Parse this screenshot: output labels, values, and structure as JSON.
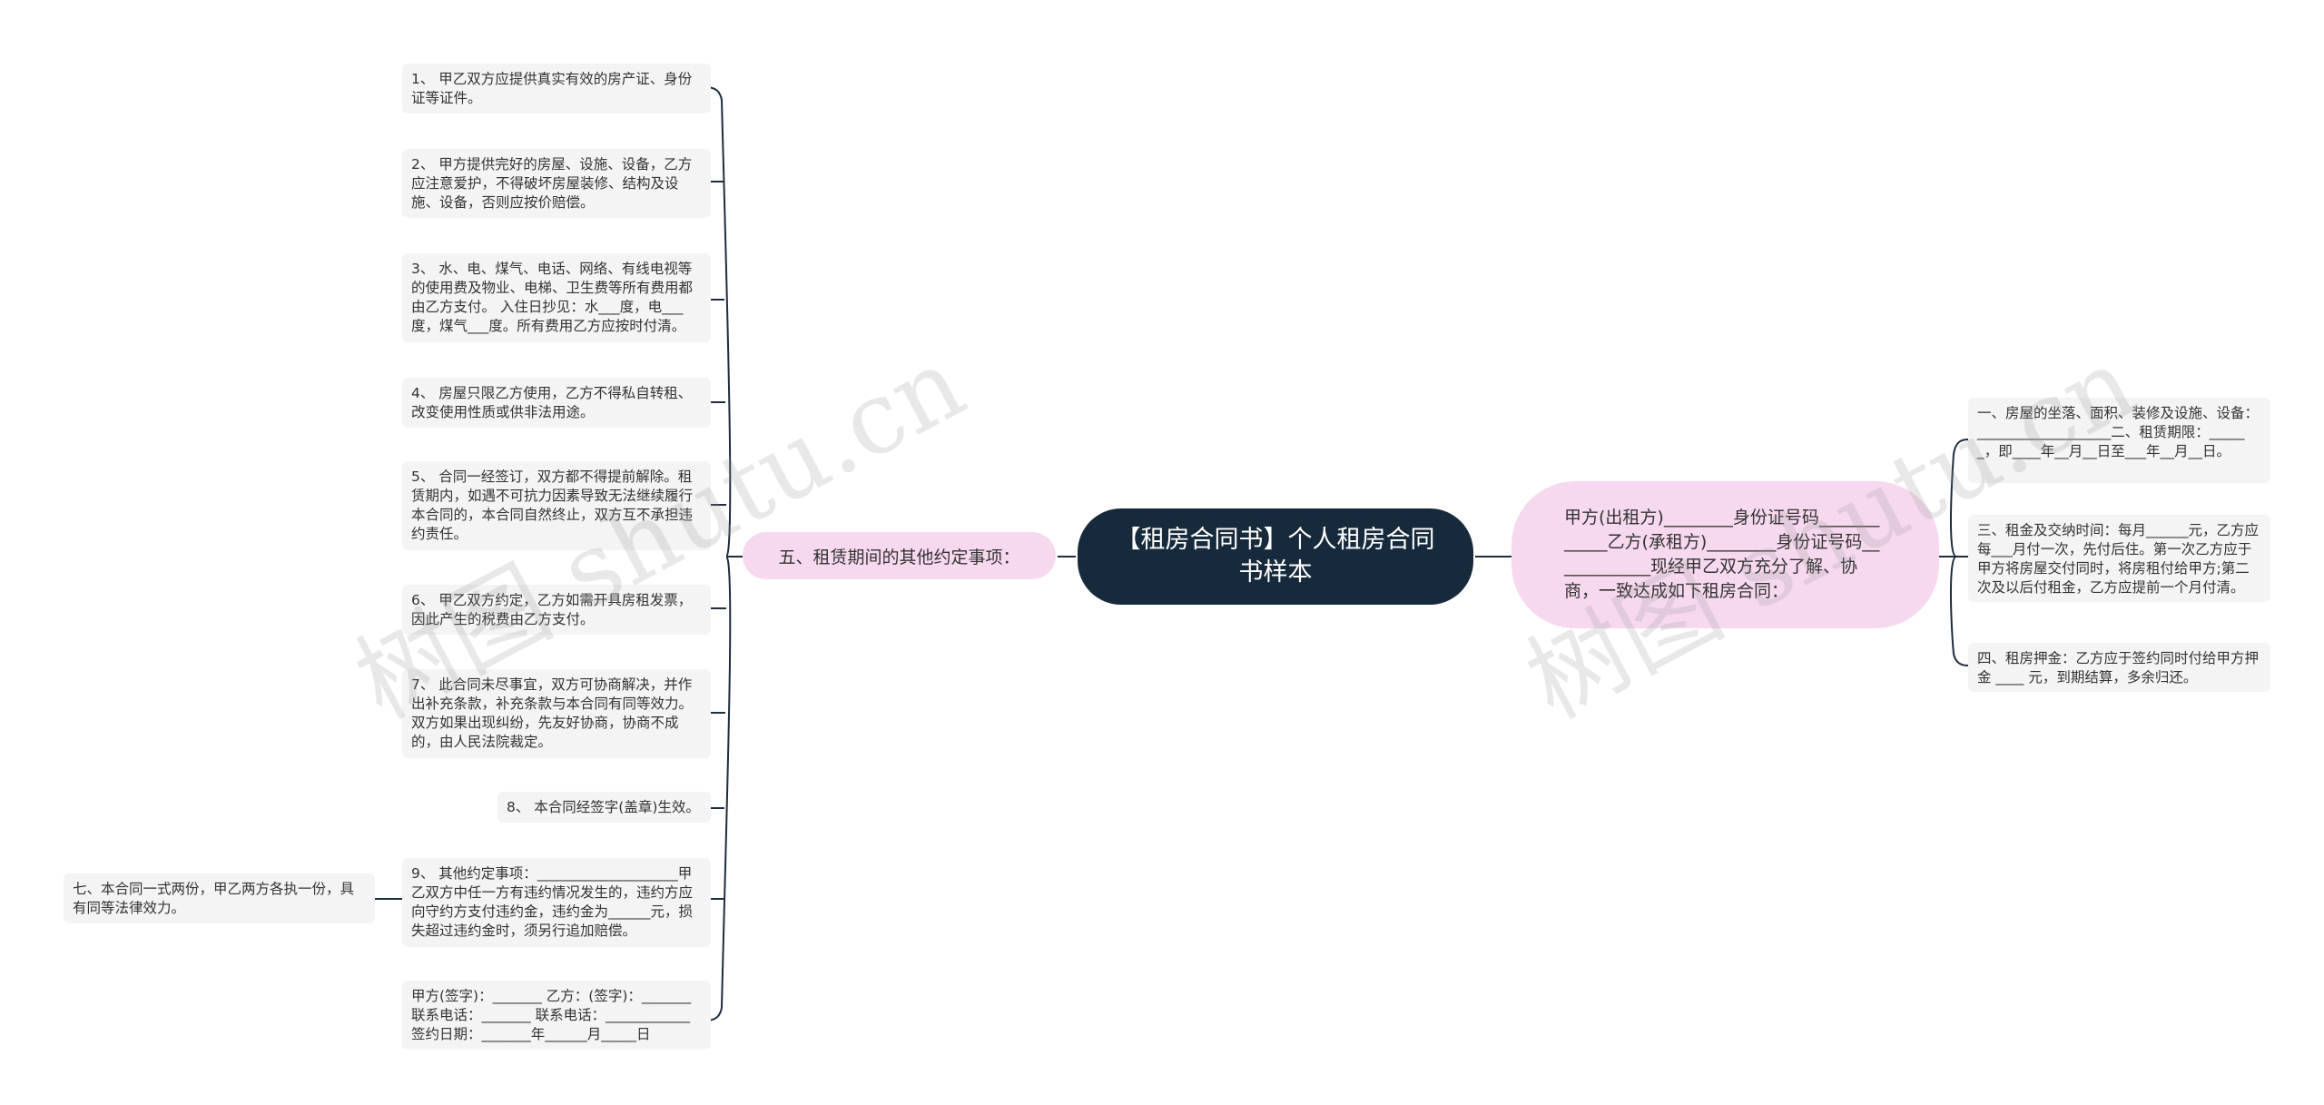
{
  "root": {
    "title": "【租房合同书】个人租房合同书样本"
  },
  "left_branch": {
    "label": "五、租赁期间的其他约定事项：",
    "items": [
      "1、 甲乙双方应提供真实有效的房产证、身份证等证件。",
      "2、 甲方提供完好的房屋、设施、设备，乙方应注意爱护，不得破坏房屋装修、结构及设施、设备，否则应按价赔偿。",
      "3、 水、电、煤气、电话、网络、有线电视等的使用费及物业、电梯、卫生费等所有费用都由乙方支付。 入住日抄见：水___度，电___度，煤气___度。所有费用乙方应按时付清。",
      "4、 房屋只限乙方使用，乙方不得私自转租、改变使用性质或供非法用途。",
      "5、 合同一经签订，双方都不得提前解除。租赁期内，如遇不可抗力因素导致无法继续履行本合同的，本合同自然终止，双方互不承担违约责任。",
      "6、 甲乙双方约定，乙方如需开具房租发票，因此产生的税费由乙方支付。",
      "7、 此合同未尽事宜，双方可协商解决，并作出补充条款，补充条款与本合同有同等效力。双方如果出现纠纷，先友好协商，协商不成的，由人民法院裁定。",
      "8、 本合同经签字(盖章)生效。",
      "9、 其他约定事项：____________________甲乙双方中任一方有违约情况发生的，违约方应向守约方支付违约金，违约金为______元，损失超过违约金时，须另行追加赔偿。",
      "甲方(签字)：_______ 乙方：(签字)：_______ 联系电话：_______ 联系电话：____________签约日期：_______年______月_____日"
    ],
    "sub_item": "七、本合同一式两份，甲乙两方各执一份，具有同等法律效力。"
  },
  "right_branch": {
    "label": "甲方(出租方)________身份证号码____________乙方(承租方)________身份证号码____________现经甲乙双方充分了解、协商，一致达成如下租房合同：",
    "items": [
      "一、房屋的坐落、面积、装修及设施、设备：___________________二、租赁期限：______，即____年__月__日至___年__月__日。",
      "三、租金及交纳时间：每月______元，乙方应每___月付一次，先付后住。第一次乙方应于甲方将房屋交付同时，将房租付给甲方;第二次及以后付租金，乙方应提前一个月付清。",
      "四、租房押金：乙方应于签约同时付给甲方押金 ____ 元，到期结算，多余归还。"
    ]
  },
  "watermarks": [
    "树图 shutu.cn",
    "树图 shutu.cn"
  ],
  "colors": {
    "root_bg": "#172a3c",
    "branch_bg": "#f6d9ef",
    "leaf_bg": "#f4f4f4",
    "line": "#1e2d3d"
  }
}
